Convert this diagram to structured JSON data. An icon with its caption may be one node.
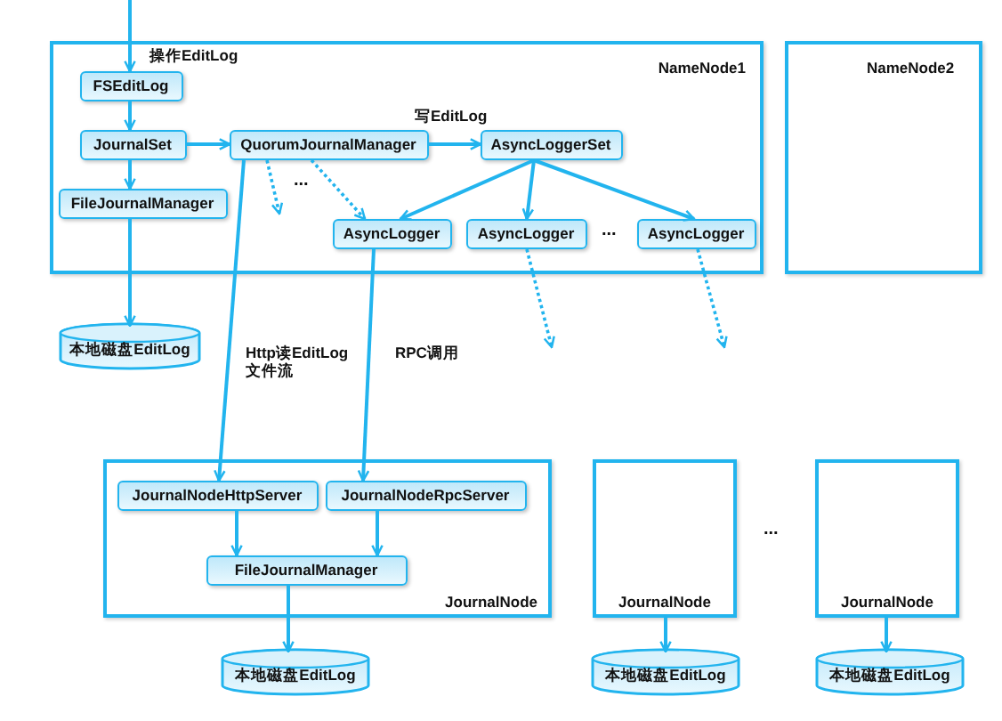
{
  "diagram": {
    "nodes": [
      {
        "text": [
          "NameNode1"
        ]
      },
      {
        "text": [
          "FSEditLog"
        ],
        "in": 0
      },
      {
        "text": [
          "JournalSet"
        ],
        "in": 0
      },
      {
        "text": [
          "FileJournalManager"
        ],
        "in": 0
      },
      {
        "text": [
          "QuorumJournalManager"
        ],
        "in": 0
      },
      {
        "text": [
          "AsyncLoggerSet"
        ],
        "in": 0
      },
      {
        "text": [
          "AsyncLogger"
        ],
        "in": 0
      },
      {
        "text": [
          "AsyncLogger"
        ],
        "in": 0
      },
      {
        "text": [
          "AsyncLogger"
        ],
        "in": 0
      },
      {
        "text": [
          "NameNode2"
        ]
      },
      {
        "text": [
          "本地磁盘EditLog"
        ]
      },
      {
        "text": [
          "JournalNode"
        ]
      },
      {
        "text": [
          "JournalNodeHttpServer"
        ],
        "in": 11
      },
      {
        "text": [
          "JournalNodeRpcServer"
        ],
        "in": 11
      },
      {
        "text": [
          "FileJournalManager"
        ],
        "in": 11
      },
      {
        "text": [
          "本地磁盘EditLog"
        ]
      },
      {
        "text": [
          "JournalNode"
        ]
      },
      {
        "text": [
          "JournalNode"
        ]
      },
      {
        "text": [
          "本地磁盘EditLog"
        ]
      },
      {
        "text": [
          "本地磁盘EditLog"
        ]
      }
    ],
    "edges": [
      {
        "from": null,
        "to": 1,
        "arrow": "to",
        "label": "操作EditLog"
      },
      {
        "from": 1,
        "to": 2,
        "arrow": "to"
      },
      {
        "from": 2,
        "to": 3,
        "arrow": "to"
      },
      {
        "from": 2,
        "to": 4,
        "arrow": "to"
      },
      {
        "from": 4,
        "to": 5,
        "arrow": "to",
        "label": "写EditLog"
      },
      {
        "from": 5,
        "to": 6,
        "arrow": "to"
      },
      {
        "from": 5,
        "to": 7,
        "arrow": "to"
      },
      {
        "from": 5,
        "to": 8,
        "arrow": "to"
      },
      {
        "from": 4,
        "to": null,
        "arrow": "to",
        "style": "dashed"
      },
      {
        "from": 4,
        "to": 6,
        "arrow": "to",
        "style": "dashed"
      },
      {
        "from": 7,
        "to": null,
        "arrow": "to",
        "style": "dashed"
      },
      {
        "from": 8,
        "to": null,
        "arrow": "to",
        "style": "dashed"
      },
      {
        "from": 3,
        "to": 10,
        "arrow": "to"
      },
      {
        "from": 4,
        "to": 12,
        "arrow": "to",
        "label": "Http读EditLog 文件流"
      },
      {
        "from": 6,
        "to": 13,
        "arrow": "to",
        "label": "RPC调用"
      },
      {
        "from": 12,
        "to": 14,
        "arrow": "to"
      },
      {
        "from": 13,
        "to": 14,
        "arrow": "to"
      },
      {
        "from": 14,
        "to": 15,
        "arrow": "to"
      },
      {
        "from": 16,
        "to": 18,
        "arrow": "to"
      },
      {
        "from": 17,
        "to": 19,
        "arrow": "to"
      }
    ],
    "labels": [
      "...",
      "...",
      "..."
    ]
  }
}
